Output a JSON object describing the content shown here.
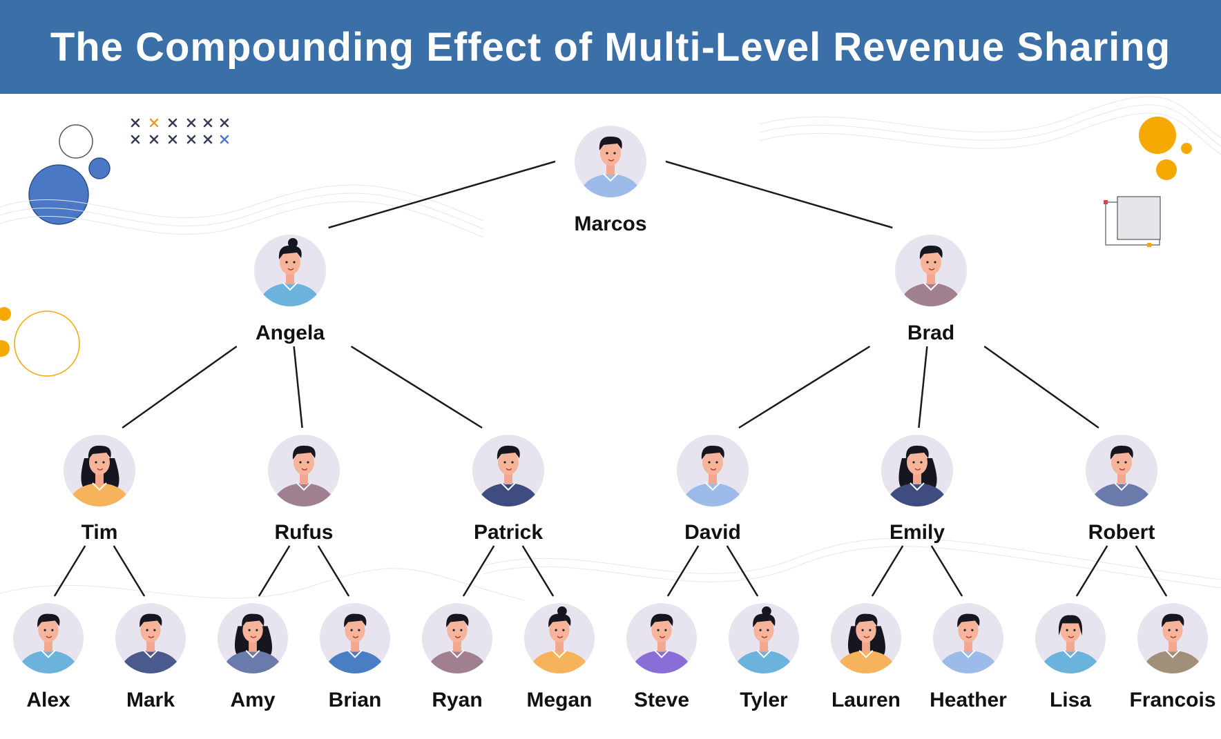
{
  "title": "The Compounding Effect of Multi-Level Revenue Sharing",
  "colors": {
    "header": "#3b6fa8",
    "avatar_bg": "#e8e4ef",
    "accent_blue": "#4a78c4",
    "accent_orange": "#f5a800"
  },
  "tree": {
    "name": "Marcos",
    "shirt": "#9dbbe8",
    "hair": "short",
    "children": [
      {
        "name": "Angela",
        "shirt": "#6bb3dc",
        "hair": "bun",
        "children": [
          {
            "name": "Tim",
            "shirt": "#f7b25c",
            "hair": "long",
            "children": [
              {
                "name": "Alex",
                "shirt": "#6bb3dc",
                "hair": "short"
              },
              {
                "name": "Mark",
                "shirt": "#4a5a8c",
                "hair": "short"
              }
            ]
          },
          {
            "name": "Rufus",
            "shirt": "#a08090",
            "hair": "short",
            "children": [
              {
                "name": "Amy",
                "shirt": "#6a7aaa",
                "hair": "long"
              },
              {
                "name": "Brian",
                "shirt": "#4a7ec4",
                "hair": "short"
              }
            ]
          },
          {
            "name": "Patrick",
            "shirt": "#3e4c80",
            "hair": "short",
            "children": [
              {
                "name": "Ryan",
                "shirt": "#a08090",
                "hair": "short"
              },
              {
                "name": "Megan",
                "shirt": "#f7b25c",
                "hair": "bun"
              }
            ]
          }
        ]
      },
      {
        "name": "Brad",
        "shirt": "#a08090",
        "hair": "short",
        "children": [
          {
            "name": "David",
            "shirt": "#9dbbe8",
            "hair": "short",
            "children": [
              {
                "name": "Steve",
                "shirt": "#8a6ed8",
                "hair": "short"
              },
              {
                "name": "Tyler",
                "shirt": "#6bb3dc",
                "hair": "bun"
              }
            ]
          },
          {
            "name": "Emily",
            "shirt": "#3e4c80",
            "hair": "long",
            "children": [
              {
                "name": "Lauren",
                "shirt": "#f7b25c",
                "hair": "long"
              },
              {
                "name": "Heather",
                "shirt": "#9dbbe8",
                "hair": "short"
              }
            ]
          },
          {
            "name": "Robert",
            "shirt": "#6a7aaa",
            "hair": "short",
            "children": [
              {
                "name": "Lisa",
                "shirt": "#6bb3dc",
                "hair": "bob"
              },
              {
                "name": "Francois",
                "shirt": "#a0907a",
                "hair": "short"
              }
            ]
          }
        ]
      }
    ]
  }
}
